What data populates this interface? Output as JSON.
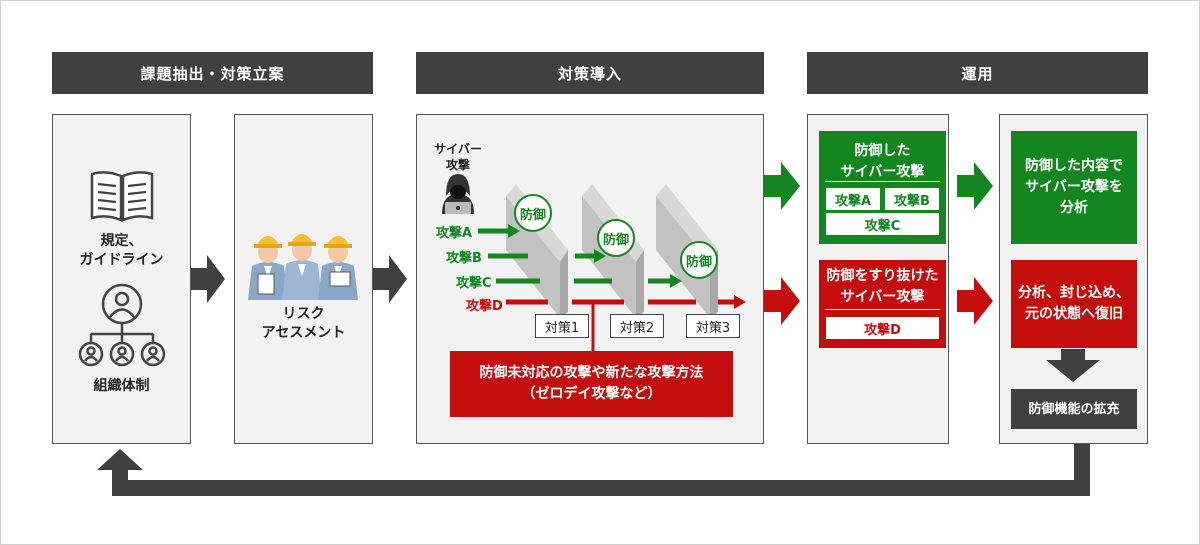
{
  "phases": {
    "phase1": "課題抽出・対策立案",
    "phase2": "対策導入",
    "phase3": "運用"
  },
  "phase1": {
    "rules_label_line1": "規定、",
    "rules_label_line2": "ガイドライン",
    "org_label": "組織体制",
    "risk_label_line1": "リスク",
    "risk_label_line2": "アセスメント"
  },
  "phase2": {
    "attacker_label_line1": "サイバー",
    "attacker_label_line2": "攻撃",
    "attacks": [
      "攻撃A",
      "攻撃B",
      "攻撃C",
      "攻撃D"
    ],
    "defense_badge": "防御",
    "walls": [
      "対策1",
      "対策2",
      "対策3"
    ],
    "unhandled_line1": "防御未対応の攻撃や新たな攻撃方法",
    "unhandled_line2": "（ゼロデイ攻撃など）"
  },
  "phase3": {
    "defended_title_line1": "防御した",
    "defended_title_line2": "サイバー攻撃",
    "defended_chips": [
      "攻撃A",
      "攻撃B",
      "攻撃C"
    ],
    "bypassed_title_line1": "防御をすり抜けた",
    "bypassed_title_line2": "サイバー攻撃",
    "bypassed_chip": "攻撃D",
    "analyze_line1": "防御した内容で",
    "analyze_line2": "サイバー攻撃を",
    "analyze_line3": "分析",
    "recover_line1": "分析、封じ込め、",
    "recover_line2": "元の状態へ復旧",
    "expand": "防御機能の拡充"
  },
  "colors": {
    "green": "#13861f",
    "red": "#c40d0d",
    "dark": "#404040",
    "panel": "#f2f2f2"
  }
}
